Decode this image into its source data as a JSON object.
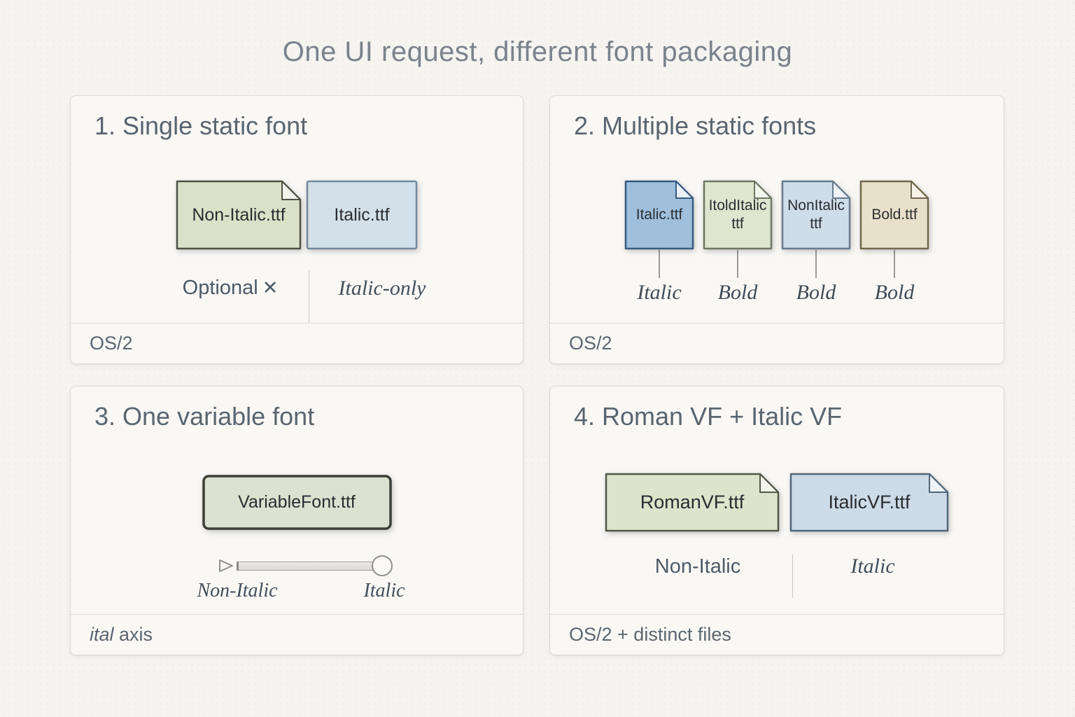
{
  "title": "One UI request, different font packaging",
  "panel1": {
    "heading": "1. Single static font",
    "files": [
      {
        "name": "Non-Italic.ttf"
      },
      {
        "name": "Italic.ttf"
      }
    ],
    "caption_left": "Optional",
    "caption_left_mark": "✕",
    "caption_right": "Italic-only",
    "footer": "OS/2"
  },
  "panel2": {
    "heading": "2. Multiple static fonts",
    "files": [
      {
        "name": "Italic.ttf",
        "tag": "Italic"
      },
      {
        "name": "ItoldItalic\nttf",
        "tag": "Bold"
      },
      {
        "name": "NonItalic\nttf",
        "tag": "Bold"
      },
      {
        "name": "Bold.ttf",
        "tag": "Bold"
      }
    ],
    "footer": "OS/2"
  },
  "panel3": {
    "heading": "3. One variable font",
    "file": "VariableFont.ttf",
    "axis_left_label": "Non-Italic",
    "axis_right_label": "Italic",
    "footer_axis_name": "ital",
    "footer_axis_word": " axis"
  },
  "panel4": {
    "heading": "4. Roman VF + Italic VF",
    "files": [
      {
        "name": "RomanVF.ttf"
      },
      {
        "name": "ItalicVF.ttf"
      }
    ],
    "caption_left": "Non-Italic",
    "caption_right": "Italic",
    "footer": "OS/2 + distinct files"
  },
  "colors": {
    "file_green": "#dbe1c8",
    "file_blue_light": "#d3e0ea",
    "file_blue_medium": "#a0bfdd",
    "file_tan": "#e9e0cb",
    "heading_gray": "#5a656f"
  }
}
